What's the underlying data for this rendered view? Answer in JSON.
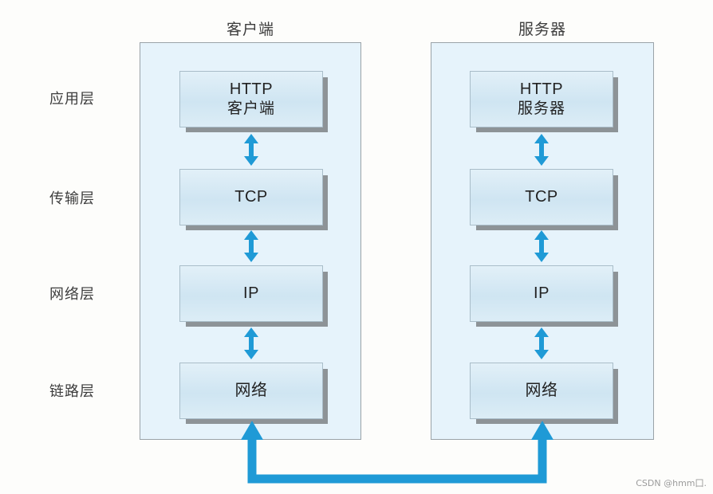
{
  "diagram": {
    "title_client": "客户端",
    "title_server": "服务器",
    "layers": [
      {
        "label": "应用层",
        "client": [
          "HTTP",
          "客户端"
        ],
        "server": [
          "HTTP",
          "服务器"
        ]
      },
      {
        "label": "传输层",
        "client": [
          "TCP"
        ],
        "server": [
          "TCP"
        ]
      },
      {
        "label": "网络层",
        "client": [
          "IP"
        ],
        "server": [
          "IP"
        ]
      },
      {
        "label": "链路层",
        "client": [
          "网络"
        ],
        "server": [
          "网络"
        ]
      }
    ],
    "colors": {
      "arrow_blue": "#1f9ad6",
      "panel_fill": "#e6f3fb",
      "panel_border": "#9aa3a8",
      "box_fill": "#d5e9f5",
      "box_shadow": "#8d9397",
      "canvas": "#fdfdfb",
      "text": "#3d3d3d"
    },
    "connector": {
      "name": "physical-network-link",
      "direction": "bidirectional-up",
      "from": "客户端 链路层 网络",
      "to": "服务器 链路层 网络"
    },
    "watermark": "CSDN @hmm囗."
  }
}
